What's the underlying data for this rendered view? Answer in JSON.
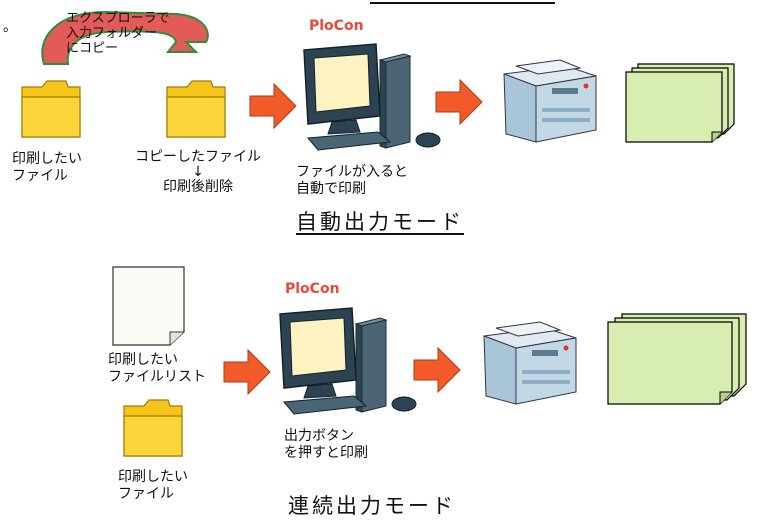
{
  "header": {
    "fragment": "…"
  },
  "top": {
    "callout": {
      "line1": "エクスプローラで",
      "line2": "入力フォルダー",
      "line3": "にコピー"
    },
    "source_folder_label": {
      "line1": "印刷したい",
      "line2": "ファイル"
    },
    "copied_folder_label": {
      "line1": "コピーしたファイル",
      "arrow": "↓",
      "line3": "印刷後削除"
    },
    "brand": "PloCon",
    "pc_caption": {
      "line1": "ファイルが入ると",
      "line2": "自動で印刷"
    },
    "mode_title": "自動出力モード"
  },
  "bottom": {
    "list_label": {
      "line1": "印刷したい",
      "line2": "ファイルリスト"
    },
    "folder_label": {
      "line1": "印刷したい",
      "line2": "ファイル"
    },
    "brand": "PloCon",
    "pc_caption": {
      "line1": "出力ボタン",
      "line2": "を押すと印刷"
    },
    "mode_title": "連続出力モード"
  },
  "colors": {
    "folder": "#f6c51c",
    "arrow": "#f25a2a",
    "callout_arrow": "#e35b58",
    "callout_outline": "#2d8f3e",
    "paper": "#d8eeb0",
    "monitor": "#2c4451",
    "screen": "#fcf2c2",
    "printer": "#a9c6d8",
    "brand": "#e8483a"
  }
}
